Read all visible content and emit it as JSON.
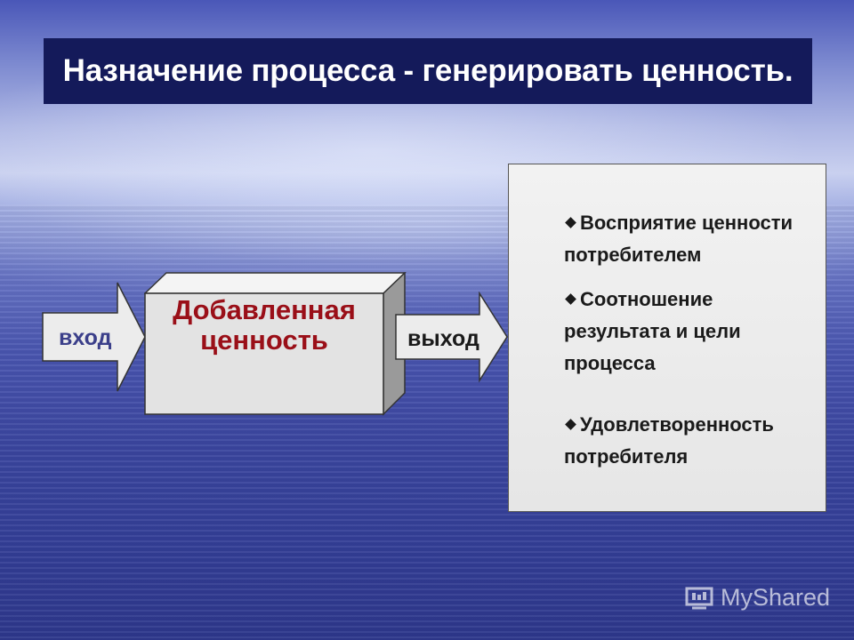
{
  "title": "Назначение процесса - генерировать ценность.",
  "diagram": {
    "input_label": "вход",
    "output_label": "выход",
    "box_lines": [
      "Добавленная",
      "ценность"
    ]
  },
  "panel": {
    "items": [
      {
        "lines": [
          "Восприятие ценности",
          "потребителем"
        ]
      },
      {
        "lines": [
          "Соотношение",
          "результата и цели",
          "процесса"
        ]
      },
      {
        "lines": [
          "Удовлетворенность",
          "потребителя"
        ]
      }
    ]
  },
  "watermark": {
    "text": "MyShared"
  }
}
